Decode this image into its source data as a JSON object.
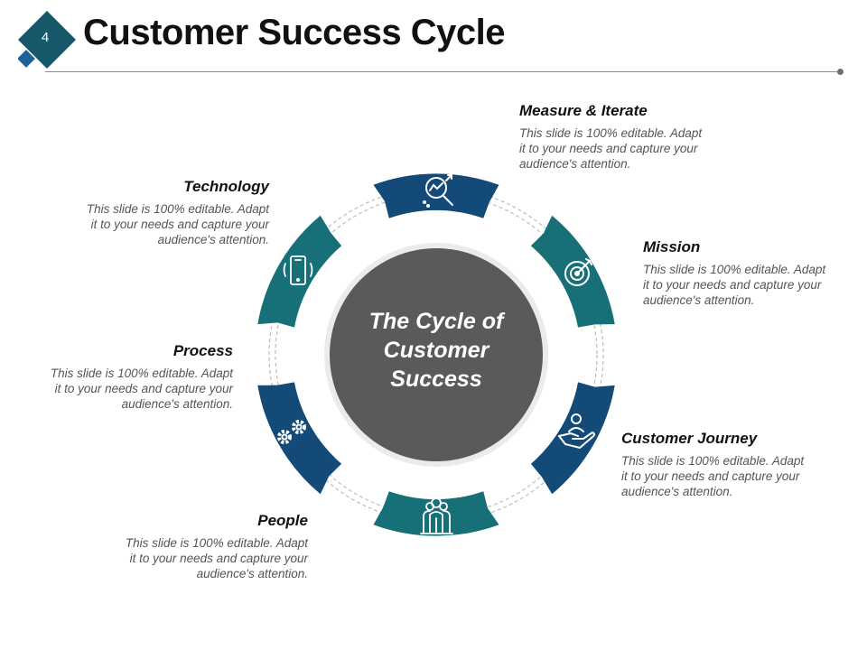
{
  "header": {
    "page_number": "4",
    "title": "Customer Success Cycle"
  },
  "center": {
    "line1": "The Cycle of",
    "line2": "Customer",
    "line3": "Success"
  },
  "items": {
    "measure": {
      "title": "Measure & Iterate",
      "line1": "This slide is 100% editable. Adapt",
      "line2": "it to your needs and capture your",
      "line3": "audience's attention.",
      "icon": "search-analytics-icon"
    },
    "mission": {
      "title": "Mission",
      "line1": "This slide is 100% editable. Adapt",
      "line2": "it to your needs and capture your",
      "line3": "audience's attention.",
      "icon": "target-icon"
    },
    "journey": {
      "title": "Customer Journey",
      "line1": "This slide is 100% editable. Adapt",
      "line2": "it to your needs and capture your",
      "line3": "audience's attention.",
      "icon": "hand-person-icon"
    },
    "people": {
      "title": "People",
      "line1": "This slide is 100% editable. Adapt",
      "line2": "it to your needs and capture your",
      "line3": "audience's attention.",
      "icon": "group-icon"
    },
    "process": {
      "title": "Process",
      "line1": "This slide is 100% editable. Adapt",
      "line2": "it to your needs and capture your",
      "line3": "audience's attention.",
      "icon": "gears-icon"
    },
    "technology": {
      "title": "Technology",
      "line1": "This slide is 100% editable. Adapt",
      "line2": "it to your needs and capture your",
      "line3": "audience's attention.",
      "icon": "smartphone-icon"
    }
  },
  "colors": {
    "navy": "#134a78",
    "teal": "#177077",
    "center": "#5a5a5a",
    "text": "#555555"
  }
}
